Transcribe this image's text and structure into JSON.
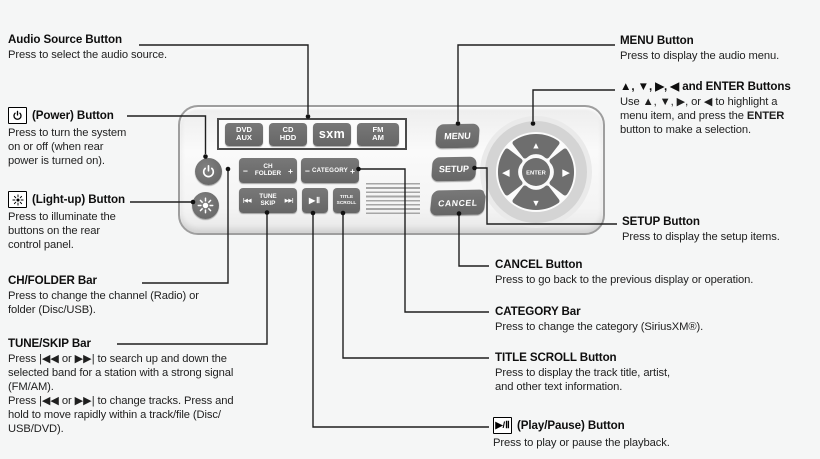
{
  "colors": {
    "background": "#f5f6f6",
    "button_gray": "#6e6e6e",
    "panel_border": "#9e9e9e",
    "callout_line": "#1f1f1f",
    "text": "#1c1c1c"
  },
  "panel": {
    "source_buttons": [
      {
        "line1": "DVD",
        "line2": "AUX"
      },
      {
        "line1": "CD",
        "line2": "HDD"
      },
      {
        "logo": "sxm"
      },
      {
        "line1": "FM",
        "line2": "AM"
      }
    ],
    "ch_folder": {
      "minus": "−",
      "line1": "CH",
      "line2": "FOLDER",
      "plus": "+"
    },
    "category": {
      "minus": "−",
      "label": "CATEGORY",
      "plus": "+"
    },
    "tune_skip": {
      "left_icon": "|◀◀",
      "line1": "TUNE",
      "line2": "SKIP",
      "right_icon": "▶▶|"
    },
    "play_pause": "▶Ⅱ",
    "title_scroll": {
      "line1": "TITLE",
      "line2": "SCROLL"
    },
    "menu": "MENU",
    "setup": "SETUP",
    "cancel": "CANCEL",
    "enter": "ENTER",
    "dpad_arrows": {
      "up": "▲",
      "down": "▼",
      "left": "◀",
      "right": "▶"
    }
  },
  "callouts": {
    "audio_source": {
      "heading": "Audio Source Button",
      "lines": [
        "Press to select the audio source."
      ]
    },
    "power": {
      "icon": "power-icon",
      "heading": "(Power) Button",
      "lines": [
        "Press to turn the system",
        "on or off (when rear",
        "power is turned on)."
      ]
    },
    "light_up": {
      "icon": "sun-icon",
      "heading": "(Light-up) Button",
      "lines": [
        "Press to illuminate the",
        "buttons on the rear",
        "control panel."
      ]
    },
    "ch_folder": {
      "heading": "CH/FOLDER Bar",
      "lines": [
        "Press to change the channel (Radio) or",
        "folder (Disc/USB)."
      ]
    },
    "tune_skip": {
      "heading": "TUNE/SKIP Bar",
      "lines": [
        "Press |◀◀ or ▶▶| to search up and down the",
        "selected band for a station with a strong signal",
        "(FM/AM).",
        "Press |◀◀ or ▶▶| to change tracks. Press and",
        "hold to move rapidly within a track/file (Disc/",
        "USB/DVD)."
      ]
    },
    "menu": {
      "heading": "MENU Button",
      "lines": [
        "Press to display the audio menu."
      ]
    },
    "arrows_enter": {
      "heading": "▲, ▼, ▶, ◀ and ENTER Buttons",
      "lines": [
        "Use ▲, ▼, ▶, or ◀ to highlight a",
        "menu item, and press the **ENTER**",
        "button to make a selection."
      ]
    },
    "setup": {
      "heading": "SETUP Button",
      "lines": [
        "Press to display the setup items."
      ]
    },
    "cancel": {
      "heading": "CANCEL Button",
      "lines": [
        "Press to go back to the previous display or operation."
      ]
    },
    "category": {
      "heading": "CATEGORY Bar",
      "lines": [
        "Press to change the category (SiriusXM®)."
      ]
    },
    "title_scroll": {
      "heading": "TITLE SCROLL Button",
      "lines": [
        "Press to display the track title, artist,",
        "and other text information."
      ]
    },
    "play_pause": {
      "icon": "▶/Ⅱ",
      "heading": "(Play/Pause) Button",
      "lines": [
        "Press to play or pause the playback."
      ]
    }
  }
}
